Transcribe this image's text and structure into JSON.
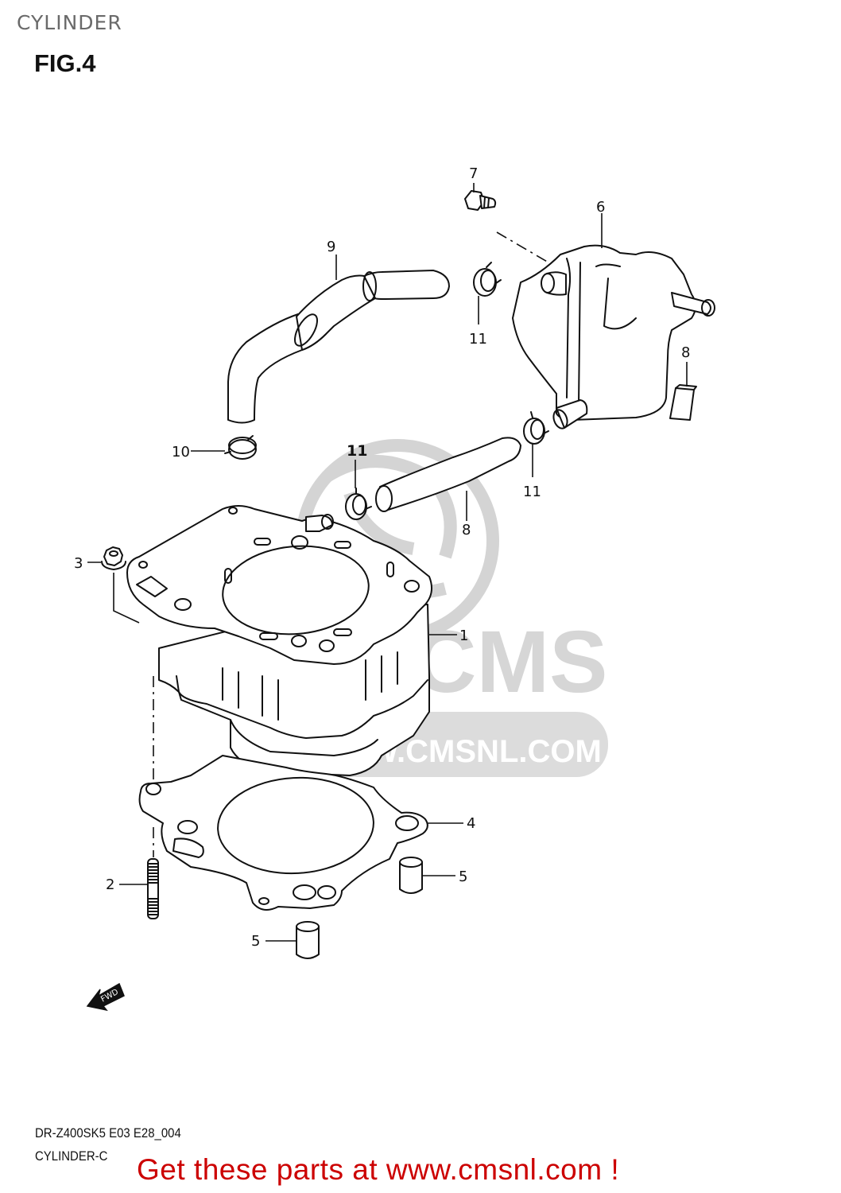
{
  "header": {
    "section_title": "CYLINDER",
    "figure_label": "FIG.4"
  },
  "diagram": {
    "callouts": [
      {
        "id": "c1",
        "number": "1",
        "part": "cylinder"
      },
      {
        "id": "c2",
        "number": "2",
        "part": "stud-bolt"
      },
      {
        "id": "c3",
        "number": "3",
        "part": "nut"
      },
      {
        "id": "c4",
        "number": "4",
        "part": "cylinder-base-gasket"
      },
      {
        "id": "c5a",
        "number": "5",
        "part": "dowel-pin"
      },
      {
        "id": "c5b",
        "number": "5",
        "part": "dowel-pin"
      },
      {
        "id": "c6",
        "number": "6",
        "part": "water-reservoir"
      },
      {
        "id": "c7",
        "number": "7",
        "part": "bolt"
      },
      {
        "id": "c8",
        "number": "8",
        "part": "cushion"
      },
      {
        "id": "c9",
        "number": "9",
        "part": "hose"
      },
      {
        "id": "c10",
        "number": "10",
        "part": "hose"
      },
      {
        "id": "c11a",
        "number": "11",
        "part": "clamp"
      },
      {
        "id": "c11b",
        "number": "11",
        "part": "clamp"
      },
      {
        "id": "c11c",
        "number": "11",
        "part": "clamp"
      },
      {
        "id": "c11d",
        "number": "11",
        "part": "clamp"
      }
    ],
    "direction_badge": "FWD",
    "watermark": {
      "brand": "CMS",
      "url": "WWW.CMSNL.COM"
    }
  },
  "footer": {
    "model_code": "DR-Z400SK5 E03 E28_004",
    "diagram_name": "CYLINDER-C",
    "promo_text": "Get these parts at www.cmsnl.com !",
    "promo_color": "#cc0000"
  }
}
